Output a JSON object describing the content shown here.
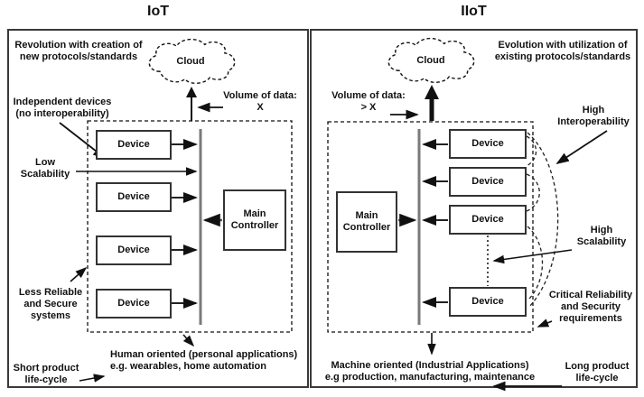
{
  "left": {
    "title": "IoT",
    "annotation_top": "Revolution with creation of\nnew protocols/standards",
    "independent_devices": "Independent devices\n(no interoperability)",
    "cloud_label": "Cloud",
    "volume_label": "Volume of data:\nX",
    "low_scalability": "Low\nScalability",
    "less_reliable": "Less Reliable\nand Secure\nsystems",
    "short_product": "Short product\nlife-cycle",
    "human_oriented": "Human oriented (personal applications)\ne.g. wearables, home automation",
    "devices": [
      "Device",
      "Device",
      "Device",
      "Device"
    ],
    "controller_label": "Main\nController"
  },
  "right": {
    "title": "IIoT",
    "annotation_top": "Evolution with utilization of\nexisting protocols/standards",
    "cloud_label": "Cloud",
    "volume_label": "Volume of data:\n> X",
    "high_interoperability": "High\nInteroperability",
    "high_scalability": "High\nScalability",
    "critical_reliability": "Critical Reliability\nand Security\nrequirements",
    "machine_oriented": "Machine oriented (Industrial Applications)\ne.g production, manufacturing, maintenance",
    "long_product": "Long product\nlife-cycle",
    "devices": [
      "Device",
      "Device",
      "Device",
      "Device"
    ],
    "controller_label": "Main\nController"
  },
  "colors": {
    "line": "#111111",
    "bus": "#7a7a7a",
    "box_border": "#333333",
    "panel_border": "#3a3a3a",
    "background": "#ffffff"
  }
}
